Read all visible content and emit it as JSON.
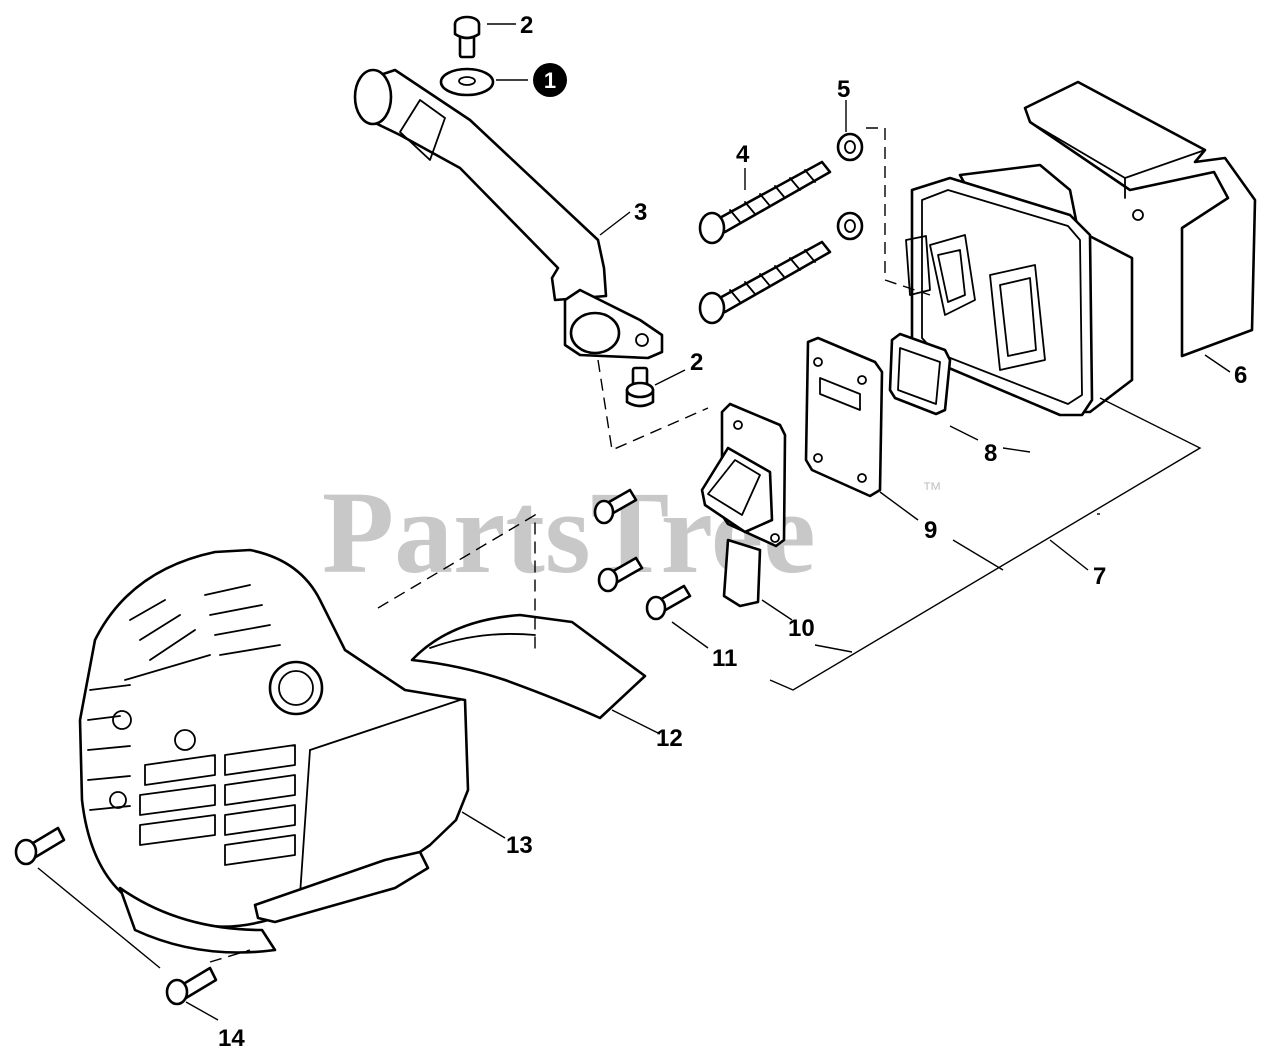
{
  "watermark": {
    "text": "PartsTree",
    "trademark": "™"
  },
  "callouts": {
    "c1": "1",
    "c2a": "2",
    "c2b": "2",
    "c3": "3",
    "c4": "4",
    "c5": "5",
    "c6": "6",
    "c7": "7",
    "c8": "8",
    "c9": "9",
    "c10": "10",
    "c11": "11",
    "c12": "12",
    "c13": "13",
    "c14": "14"
  }
}
